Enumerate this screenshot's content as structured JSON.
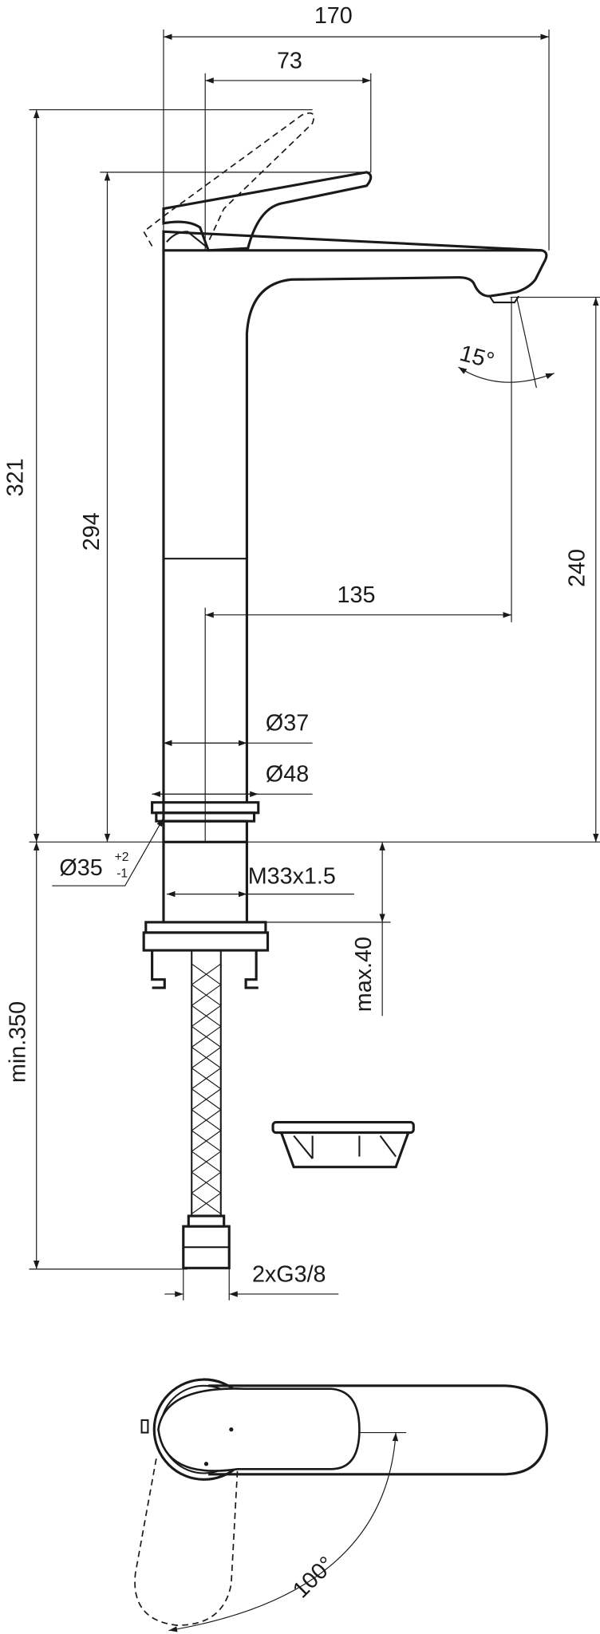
{
  "drawing": {
    "title": "Tall basin mixer dimension drawing",
    "dimensions": {
      "overall_width": "170",
      "lever_reach": "73",
      "overall_height": "321",
      "lever_height": "294",
      "spout_angle": "15°",
      "spout_height": "240",
      "spout_projection": "135",
      "body_diameter": "Ø37",
      "base_diameter": "Ø48",
      "hole_diameter": "Ø35",
      "hole_tol_plus": "+2",
      "hole_tol_minus": "-1",
      "thread": "M33x1.5",
      "max_thickness": "max.40",
      "min_hose": "min.350",
      "connection": "2xG3/8",
      "lever_rotation": "100°"
    }
  }
}
